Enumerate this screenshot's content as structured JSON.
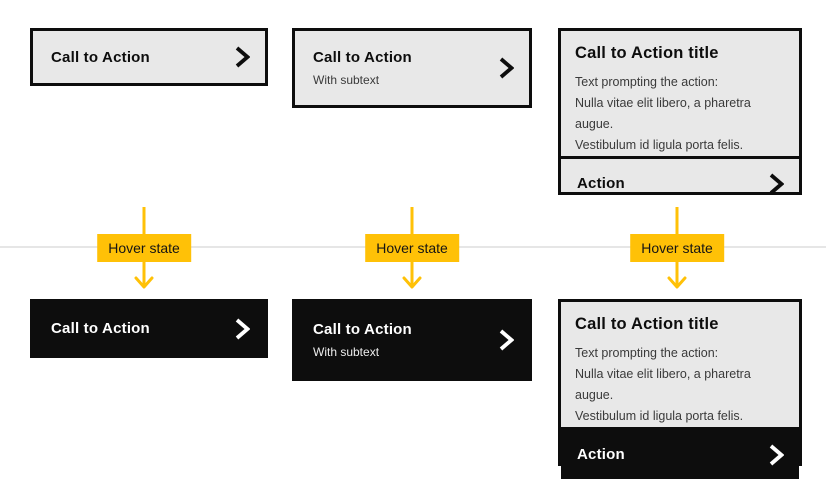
{
  "annotations": {
    "hover_label": "Hover state"
  },
  "cta_simple": {
    "label": "Call to Action"
  },
  "cta_with_subtext": {
    "label": "Call to Action",
    "subtext": "With subtext"
  },
  "cta_card": {
    "title": "Call to Action title",
    "body": [
      "Text prompting the action:",
      "Nulla vitae elit libero, a pharetra augue.",
      "Vestibulum id ligula porta felis."
    ],
    "action_label": "Action"
  },
  "colors": {
    "accent_yellow": "#ffc107",
    "ink_black": "#0d0d0d",
    "surface_gray": "#e8e8e8",
    "rule_gray": "#e6e6e6",
    "muted_text": "#3a3a3a"
  }
}
